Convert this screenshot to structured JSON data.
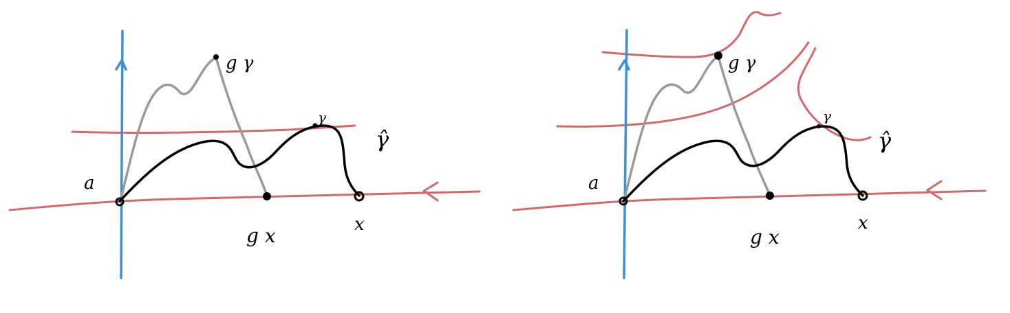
{
  "colors": {
    "axis_blue": "#3c8fd6",
    "red": "#d4686a",
    "gray": "#9a9a9a",
    "black": "#000000"
  },
  "panels": [
    {
      "labels": {
        "a": "a",
        "g_gamma": "g γ",
        "gamma": "γ",
        "gamma_hat": "γ̂",
        "g_x": "g x",
        "x": "x"
      }
    },
    {
      "labels": {
        "a": "a",
        "g_gamma": "g γ",
        "gamma": "γ",
        "gamma_hat": "γ̂",
        "g_x": "g x",
        "x": "x"
      }
    }
  ]
}
